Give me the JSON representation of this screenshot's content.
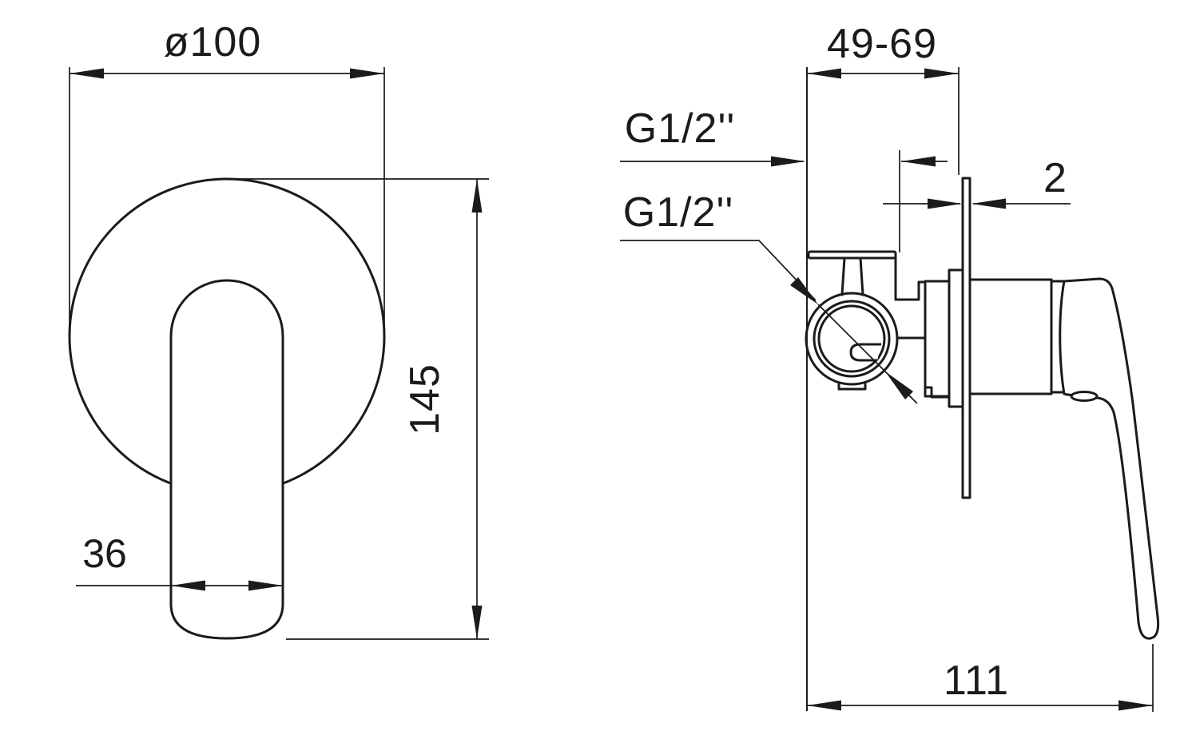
{
  "drawing": {
    "type": "technical-dimension-drawing",
    "subject": "concealed single-lever shower mixer valve, front and side views",
    "front_view": {
      "diameter_label": "ø100",
      "height_label": "145",
      "lever_width_label": "36"
    },
    "side_view": {
      "depth_range_label": "49-69",
      "top_thread_label": "G1/2''",
      "inlet_thread_label": "G1/2''",
      "plate_thickness_label": "2",
      "total_depth_label": "111"
    },
    "colors": {
      "line": "#1b1b1b",
      "background": "#ffffff"
    }
  }
}
